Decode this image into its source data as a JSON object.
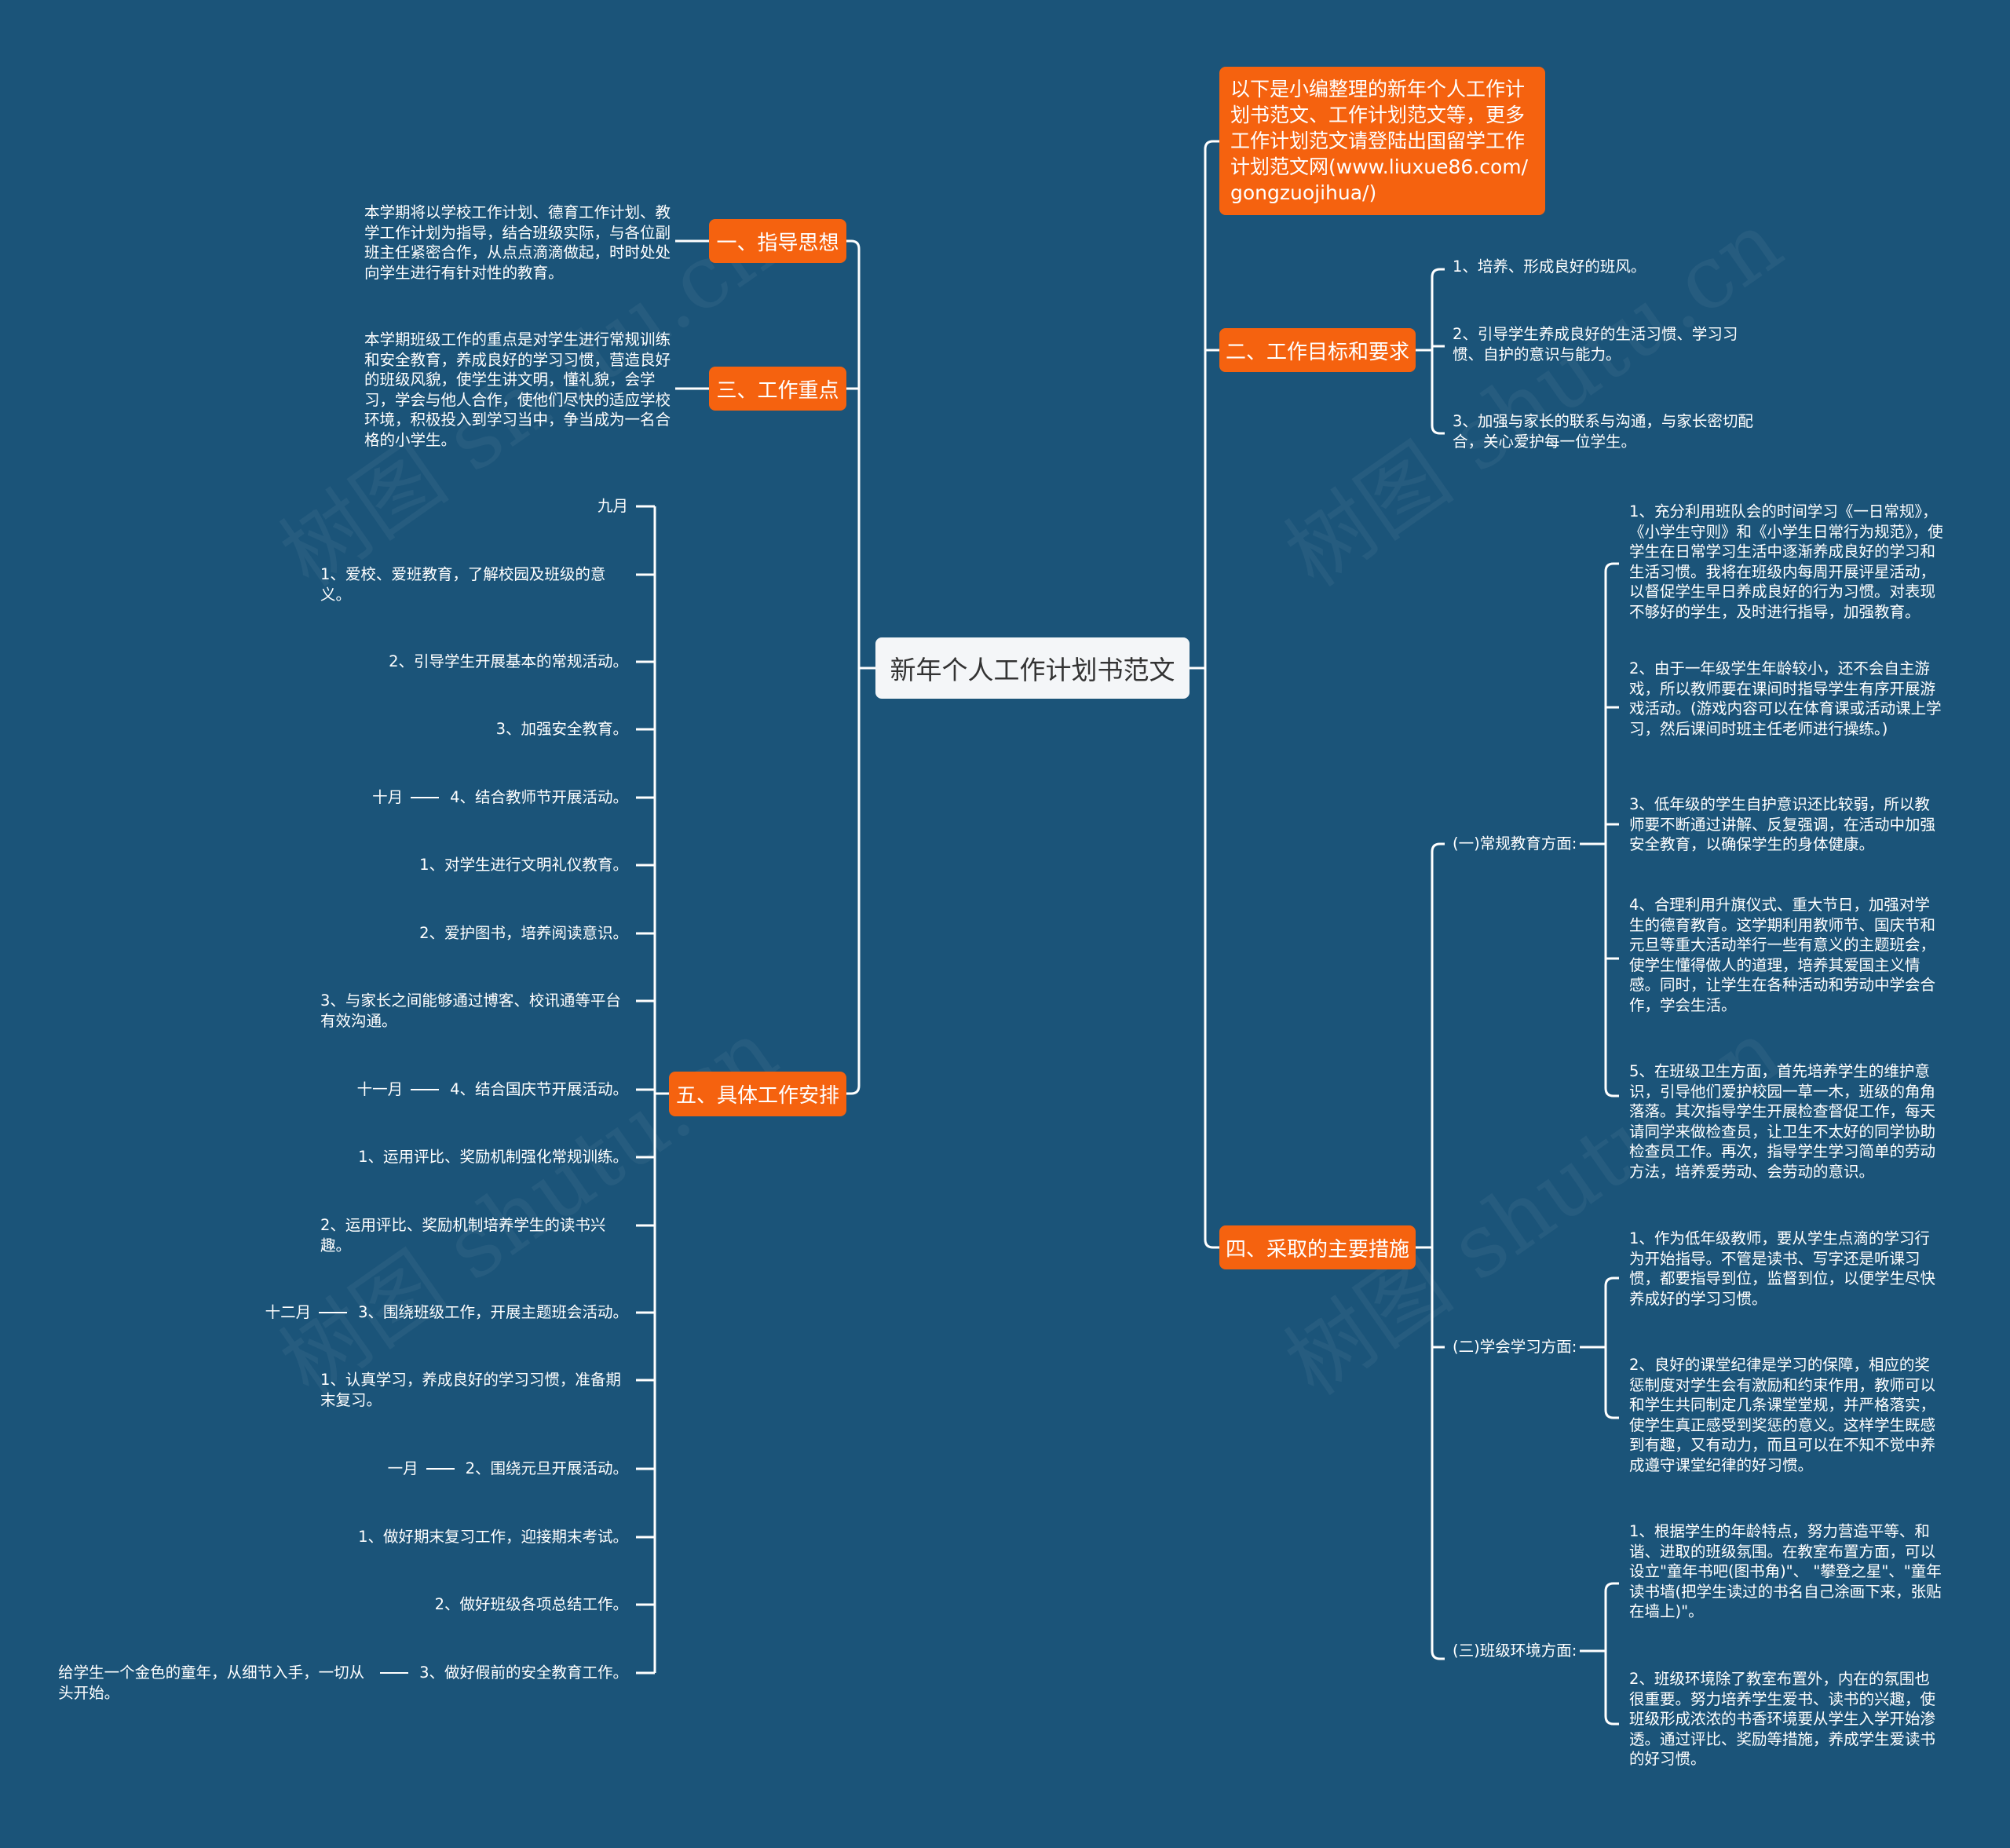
{
  "root": {
    "label": "新年个人工作计划书范文"
  },
  "intro": {
    "text": "以下是小编整理的新年个人工作计划书范文、工作计划范文等，更多工作计划范文请登陆出国留学工作计划范文网(www.liuxue86.com/gongzuojihua/)"
  },
  "left": {
    "guide": {
      "label": "一、指导思想",
      "text": "本学期将以学校工作计划、德育工作计划、教学工作计划为指导，结合班级实际，与各位副班主任紧密合作，从点点滴滴做起，时时处处向学生进行有针对性的教育。"
    },
    "focus": {
      "label": "三、工作重点",
      "text": "本学期班级工作的重点是对学生进行常规训练和安全教育，养成良好的学习习惯，营造良好的班级风貌，使学生讲文明，懂礼貌，会学习，学会与他人合作，使他们尽快的适应学校环境，积极投入到学习当中，争当成为一名合格的小学生。"
    },
    "schedule": {
      "label": "五、具体工作安排",
      "items": [
        {
          "text": "九月"
        },
        {
          "text": "1、爱校、爱班教育，了解校园及班级的意义。"
        },
        {
          "text": "2、引导学生开展基本的常规活动。"
        },
        {
          "text": "3、加强安全教育。"
        },
        {
          "text": "4、结合教师节开展活动。",
          "month": "十月"
        },
        {
          "text": "1、对学生进行文明礼仪教育。"
        },
        {
          "text": "2、爱护图书，培养阅读意识。"
        },
        {
          "text": "3、与家长之间能够通过博客、校讯通等平台有效沟通。"
        },
        {
          "text": "4、结合国庆节开展活动。",
          "month": "十一月"
        },
        {
          "text": "1、运用评比、奖励机制强化常规训练。"
        },
        {
          "text": "2、运用评比、奖励机制培养学生的读书兴趣。"
        },
        {
          "text": "3、围绕班级工作，开展主题班会活动。",
          "month": "十二月"
        },
        {
          "text": "1、认真学习，养成良好的学习习惯，准备期末复习。"
        },
        {
          "text": "2、围绕元旦开展活动。",
          "month": "一月"
        },
        {
          "text": "1、做好期末复习工作，迎接期末考试。"
        },
        {
          "text": "2、做好班级各项总结工作。"
        },
        {
          "text": "3、做好假前的安全教育工作。",
          "month": "给学生一个金色的童年，从细节入手，一切从头开始。"
        }
      ]
    }
  },
  "right": {
    "goals": {
      "label": "二、工作目标和要求",
      "items": [
        {
          "text": "1、培养、形成良好的班风。"
        },
        {
          "text": "2、引导学生养成良好的生活习惯、学习习惯、自护的意识与能力。"
        },
        {
          "text": "3、加强与家长的联系与沟通，与家长密切配合，关心爱护每一位学生。"
        }
      ]
    },
    "measures": {
      "label": "四、采取的主要措施",
      "groups": [
        {
          "label": "(一)常规教育方面:",
          "items": [
            {
              "text": "1、充分利用班队会的时间学习《一日常规》，《小学生守则》和《小学生日常行为规范》，使学生在日常学习生活中逐渐养成良好的学习和生活习惯。我将在班级内每周开展评星活动，以督促学生早日养成良好的行为习惯。对表现不够好的学生，及时进行指导，加强教育。"
            },
            {
              "text": "2、由于一年级学生年龄较小，还不会自主游戏，所以教师要在课间时指导学生有序开展游戏活动。(游戏内容可以在体育课或活动课上学习，然后课间时班主任老师进行操练。)"
            },
            {
              "text": "3、低年级的学生自护意识还比较弱，所以教师要不断通过讲解、反复强调，在活动中加强安全教育，以确保学生的身体健康。"
            },
            {
              "text": "4、合理利用升旗仪式、重大节日，加强对学生的德育教育。这学期利用教师节、国庆节和元旦等重大活动举行一些有意义的主题班会，使学生懂得做人的道理，培养其爱国主义情感。同时，让学生在各种活动和劳动中学会合作，学会生活。"
            },
            {
              "text": "5、在班级卫生方面，首先培养学生的维护意识，引导他们爱护校园一草一木，班级的角角落落。其次指导学生开展检查督促工作，每天请同学来做检查员，让卫生不太好的同学协助检查员工作。再次，指导学生学习简单的劳动方法，培养爱劳动、会劳动的意识。"
            }
          ]
        },
        {
          "label": "(二)学会学习方面:",
          "items": [
            {
              "text": "1、作为低年级教师，要从学生点滴的学习行为开始指导。不管是读书、写字还是听课习惯，都要指导到位，监督到位，以便学生尽快养成好的学习习惯。"
            },
            {
              "text": "2、良好的课堂纪律是学习的保障，相应的奖惩制度对学生会有激励和约束作用，教师可以和学生共同制定几条课堂堂规，并严格落实，使学生真正感受到奖惩的意义。这样学生既感到有趣，又有动力，而且可以在不知不觉中养成遵守课堂纪律的好习惯。"
            }
          ]
        },
        {
          "label": "(三)班级环境方面:",
          "items": [
            {
              "text": "1、根据学生的年龄特点，努力营造平等、和谐、进取的班级氛围。在教室布置方面，可以设立\"童年书吧(图书角)\"、 \"攀登之星\"、\"童年读书墙(把学生读过的书名自己涂画下来，张贴在墙上)\"。"
            },
            {
              "text": "2、班级环境除了教室布置外，内在的氛围也很重要。努力培养学生爱书、读书的兴趣，使班级形成浓浓的书香环境要从学生入学开始渗透。通过评比、奖励等措施，养成学生爱读书的好习惯。"
            }
          ]
        }
      ]
    }
  },
  "watermark": {
    "text": "树图 shutu.cn"
  },
  "colors": {
    "background": "#1b5479",
    "accent": "#f5620f",
    "root": "#f4f6f8",
    "line": "#ffffff"
  }
}
